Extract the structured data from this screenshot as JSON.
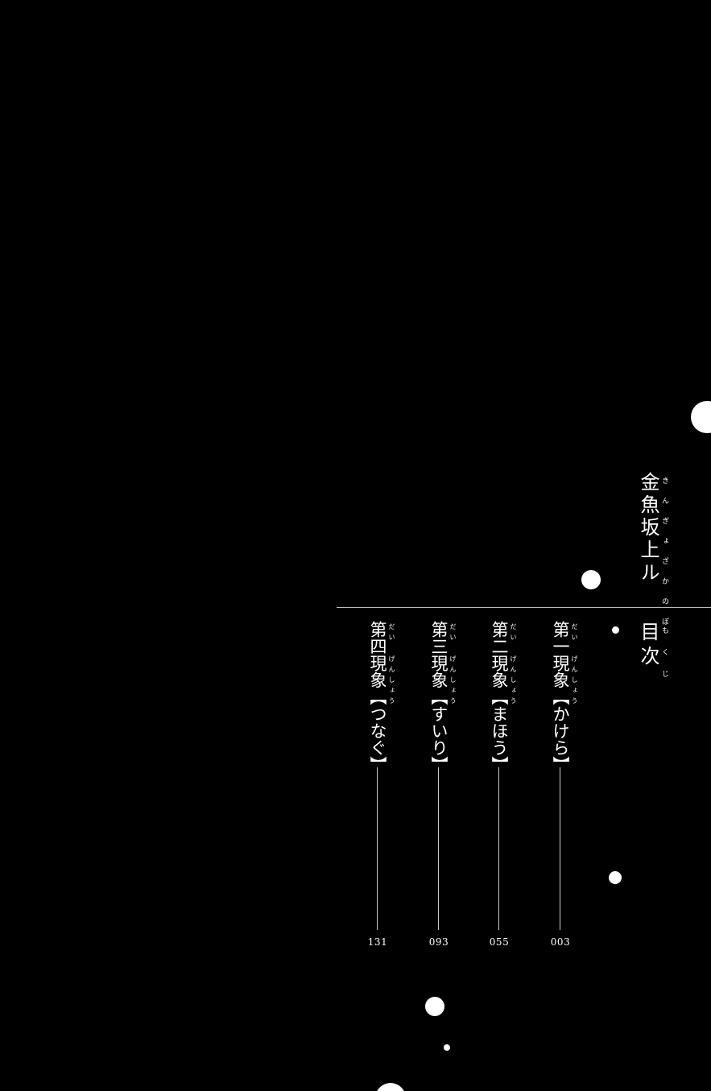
{
  "book": {
    "title": "金魚坂上ル",
    "title_ruby": "きんぎょざかのぼ"
  },
  "toc": {
    "heading": "目次",
    "heading_ruby": "もくじ"
  },
  "chapters": [
    {
      "label": "第一現象【かけら】",
      "ruby": "だい げんしょう",
      "page": "003"
    },
    {
      "label": "第二現象【まほう】",
      "ruby": "だい げんしょう",
      "page": "055"
    },
    {
      "label": "第三現象【すいり】",
      "ruby": "だい げんしょう",
      "page": "093"
    },
    {
      "label": "第四現象【つなぐ】",
      "ruby": "だい げんしょう",
      "page": "131"
    }
  ]
}
